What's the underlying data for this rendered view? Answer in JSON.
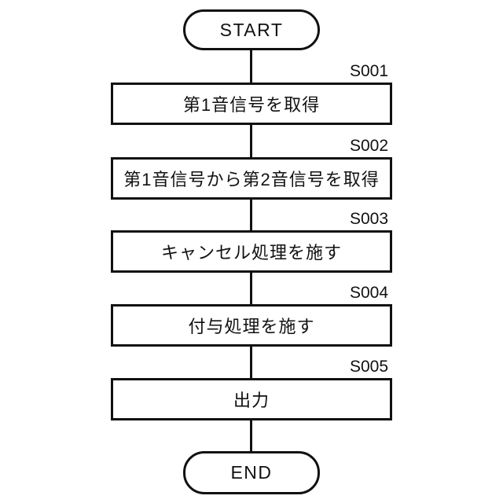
{
  "flowchart": {
    "start_label": "START",
    "end_label": "END",
    "steps": [
      {
        "id": "S001",
        "text": "第1音信号を取得"
      },
      {
        "id": "S002",
        "text": "第1音信号から第2音信号を取得"
      },
      {
        "id": "S003",
        "text": "キャンセル処理を施す"
      },
      {
        "id": "S004",
        "text": "付与処理を施す"
      },
      {
        "id": "S005",
        "text": "出力"
      }
    ],
    "colors": {
      "line": "#111111",
      "background": "#ffffff"
    }
  }
}
